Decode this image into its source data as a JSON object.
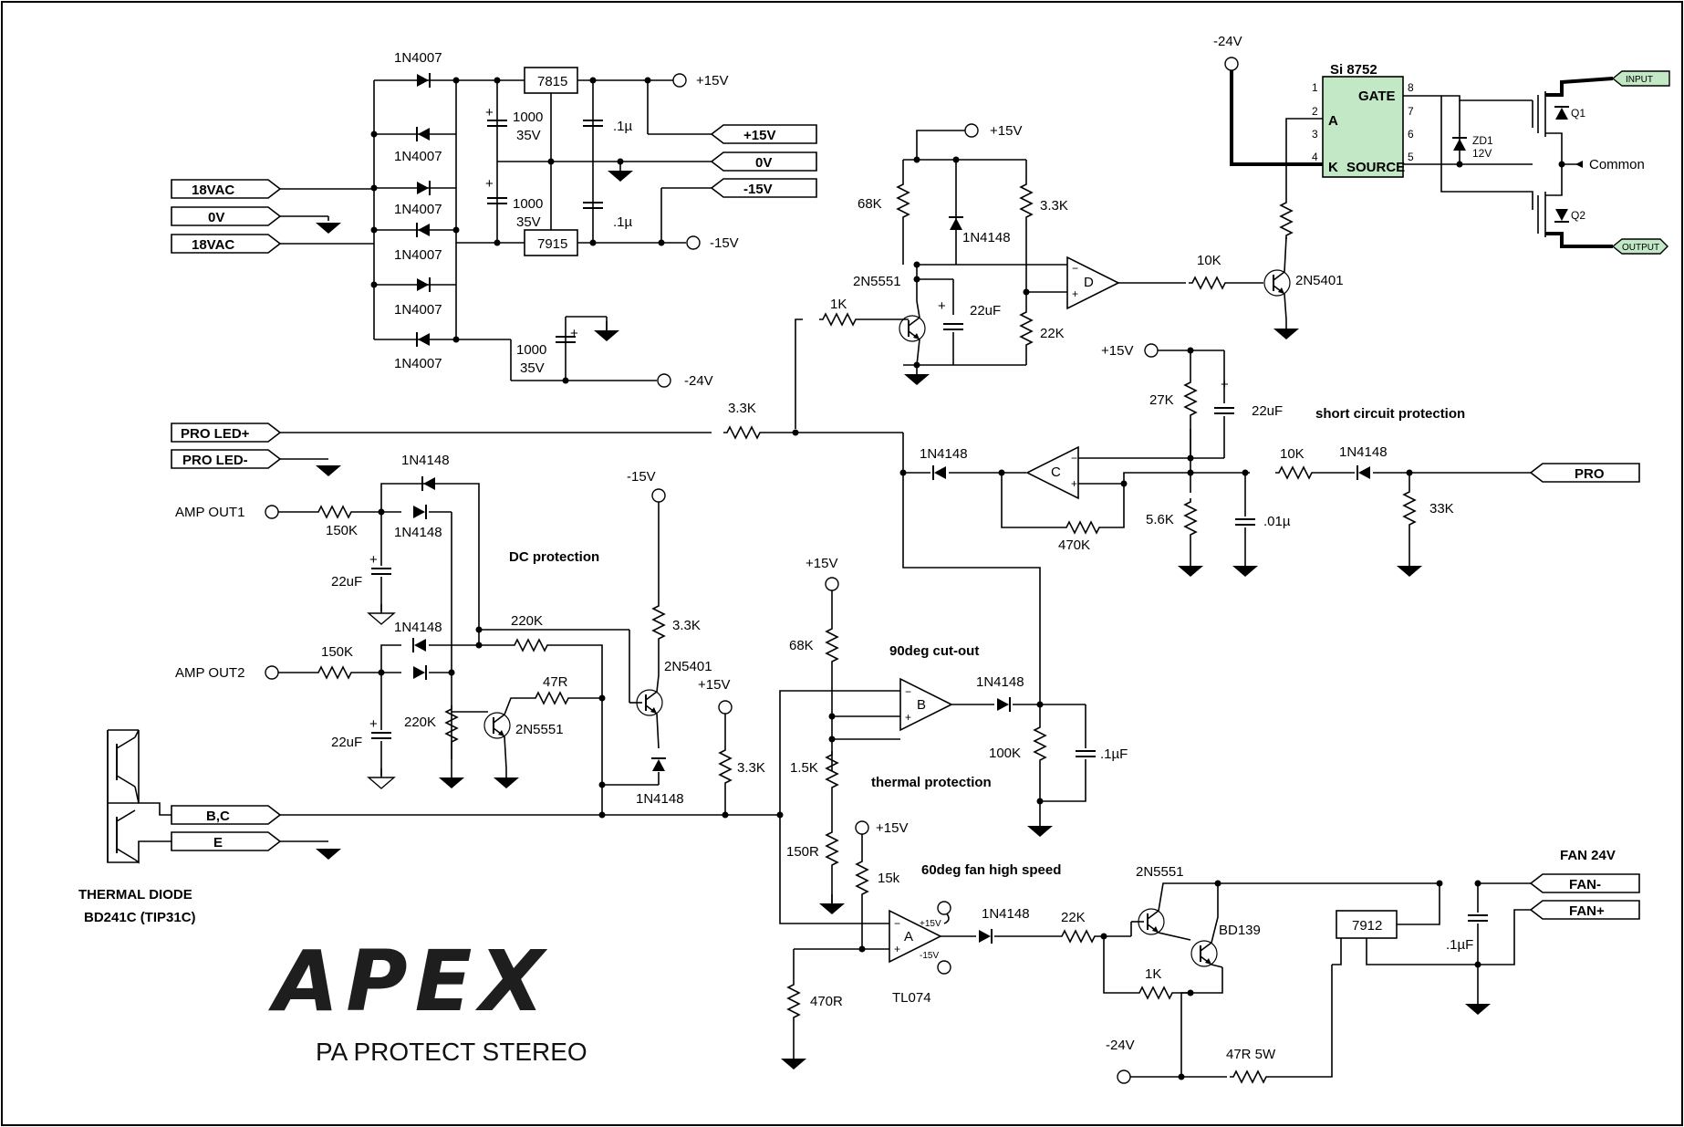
{
  "title": {
    "logo": "APEX",
    "subtitle": "PA PROTECT STEREO"
  },
  "chip": {
    "name": "Si 8752",
    "gate": "GATE",
    "a": "A",
    "k": "K",
    "source": "SOURCE",
    "pins_left": [
      "1",
      "2",
      "3",
      "4"
    ],
    "pins_right": [
      "8",
      "7",
      "6",
      "5"
    ]
  },
  "psu": {
    "diode": "1N4007",
    "reg_pos": "7815",
    "reg_neg": "7915",
    "cap_value": "1000",
    "cap_voltage": "35V",
    "cap_small": ".1µ",
    "rail_pos": "+15V",
    "rail_neg": "-15V",
    "rail_24": "-24V"
  },
  "connectors": {
    "in_18vac_1": "18VAC",
    "in_0v": "0V",
    "in_18vac_2": "18VAC",
    "out_15": "+15V",
    "out_0v": "0V",
    "out_m15": "-15V",
    "pro_led_p": "PRO LED+",
    "pro_led_n": "PRO LED-",
    "bc": "B,C",
    "e": "E",
    "pro": "PRO",
    "fan_minus": "FAN-",
    "fan_plus": "FAN+",
    "input": "INPUT",
    "output": "OUTPUT"
  },
  "labels": {
    "m24_top": "-24V",
    "p15": "+15V",
    "m15": "-15V",
    "m24": "-24V",
    "amp1": "AMP OUT1",
    "amp2": "AMP OUT2",
    "dc_prot": "DC protection",
    "short_prot": "short circuit protection",
    "cut90": "90deg cut-out",
    "thermal_prot": "thermal protection",
    "fan60": "60deg fan high speed",
    "fan24": "FAN 24V",
    "thermal_diode": "THERMAL DIODE",
    "bd241": "BD241C (TIP31C)",
    "common": "Common",
    "q1": "Q1",
    "q2": "Q2",
    "zd1": "ZD1",
    "zd_v": "12V"
  },
  "parts": {
    "r68k": "68K",
    "r33k": "3.3K",
    "r22k": "22K",
    "r1k": "1K",
    "r10k": "10K",
    "r27k": "27K",
    "r56k": "5.6K",
    "r470k": "470K",
    "r33kb": "33K",
    "r150k": "150K",
    "r220k": "220K",
    "r47r": "47R",
    "r15k": "1.5K",
    "r150r": "150R",
    "r100k": "100K",
    "r15kb": "15k",
    "r470r": "470R",
    "r22kb": "22K",
    "r47r5w": "47R 5W",
    "c22uf": "22uF",
    "c01": ".01µ",
    "c1uf": ".1µF",
    "d1n4148": "1N4148",
    "t2n5551": "2N5551",
    "t2n5401": "2N5401",
    "tbd139": "BD139",
    "tl074": "TL074",
    "reg7912": "7912",
    "opA": "A",
    "opB": "B",
    "opC": "C",
    "opD": "D",
    "pin_p15": "+15V",
    "pin_m15": "-15V"
  },
  "colors": {
    "chip_fill": "#c2e8c6",
    "ink": "#000000",
    "background": "#ffffff"
  }
}
